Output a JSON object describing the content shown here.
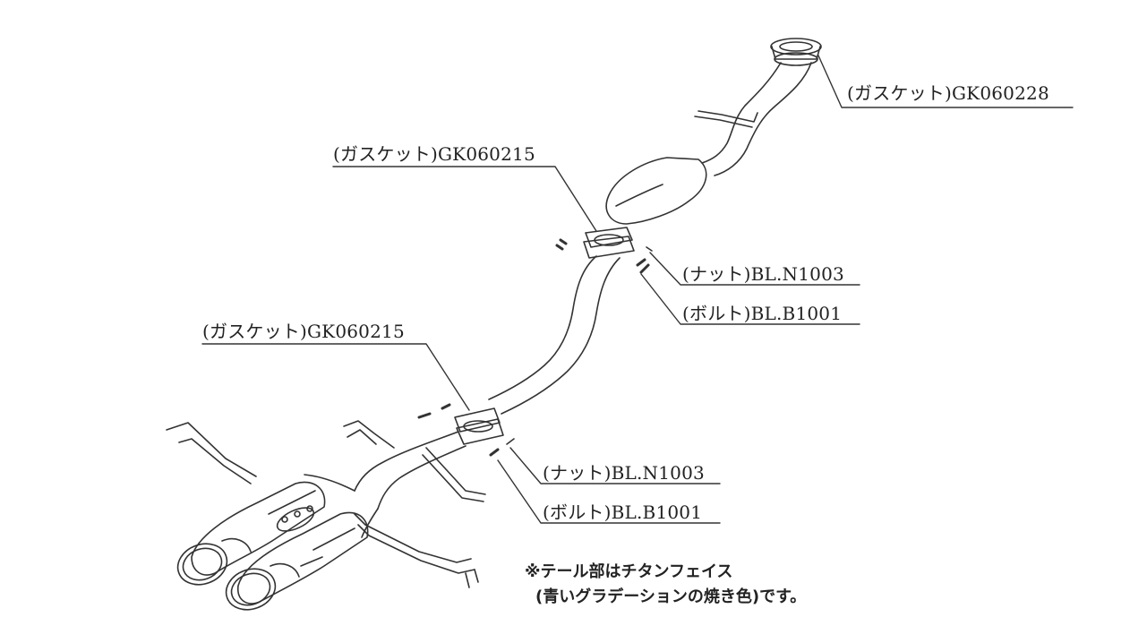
{
  "callouts": {
    "gasket_top": "(ガスケット)GK060228",
    "gasket_mid": "(ガスケット)GK060215",
    "nut_mid": "(ナット)BL.N1003",
    "bolt_mid": "(ボルト)BL.B1001",
    "gasket_low": "(ガスケット)GK060215",
    "nut_low": "(ナット)BL.N1003",
    "bolt_low": "(ボルト)BL.B1001"
  },
  "note": {
    "line1": "※テール部はチタンフェイス",
    "line2": "(青いグラデーションの焼き色)です。"
  },
  "colors": {
    "ink": "#333333",
    "background": "#ffffff"
  }
}
